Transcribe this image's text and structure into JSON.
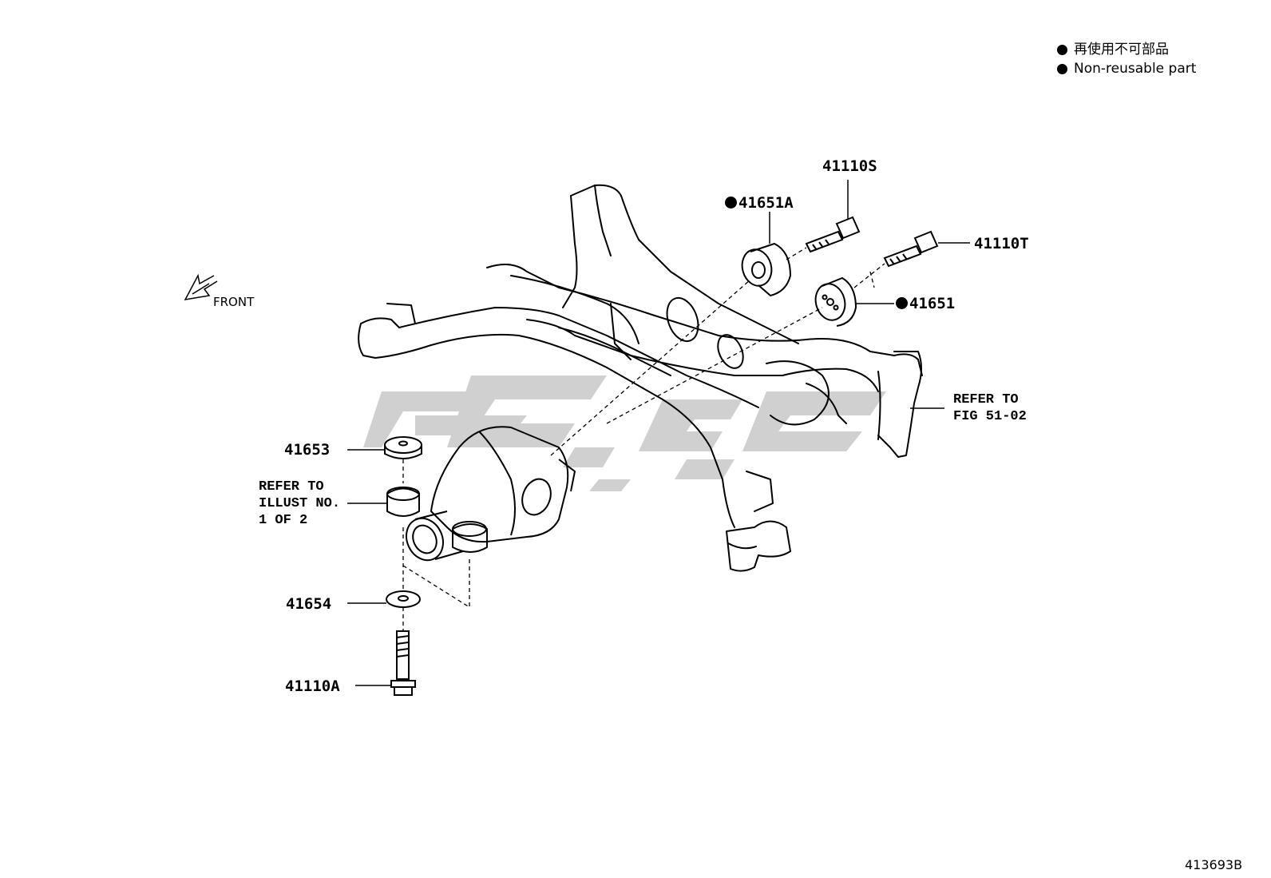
{
  "legend": {
    "line1": "再使用不可部品",
    "line2": "Non-reusable part"
  },
  "direction_label": "FRONT",
  "parts": {
    "p41110S": "41110S",
    "p41651A": "41651A",
    "p41110T": "41110T",
    "p41651": "41651",
    "p41653": "41653",
    "p41654": "41654",
    "p41110A": "41110A"
  },
  "non_reusable_marker": "●",
  "refer_fig": {
    "line1": "REFER TO",
    "line2": "FIG 51-02"
  },
  "refer_illust": {
    "line1": "REFER TO",
    "line2": "ILLUST NO.",
    "line3": "1 OF 2"
  },
  "illustration_code": "413693B",
  "colors": {
    "line": "#000000",
    "watermark": "#c8c8c8",
    "background": "#ffffff"
  }
}
